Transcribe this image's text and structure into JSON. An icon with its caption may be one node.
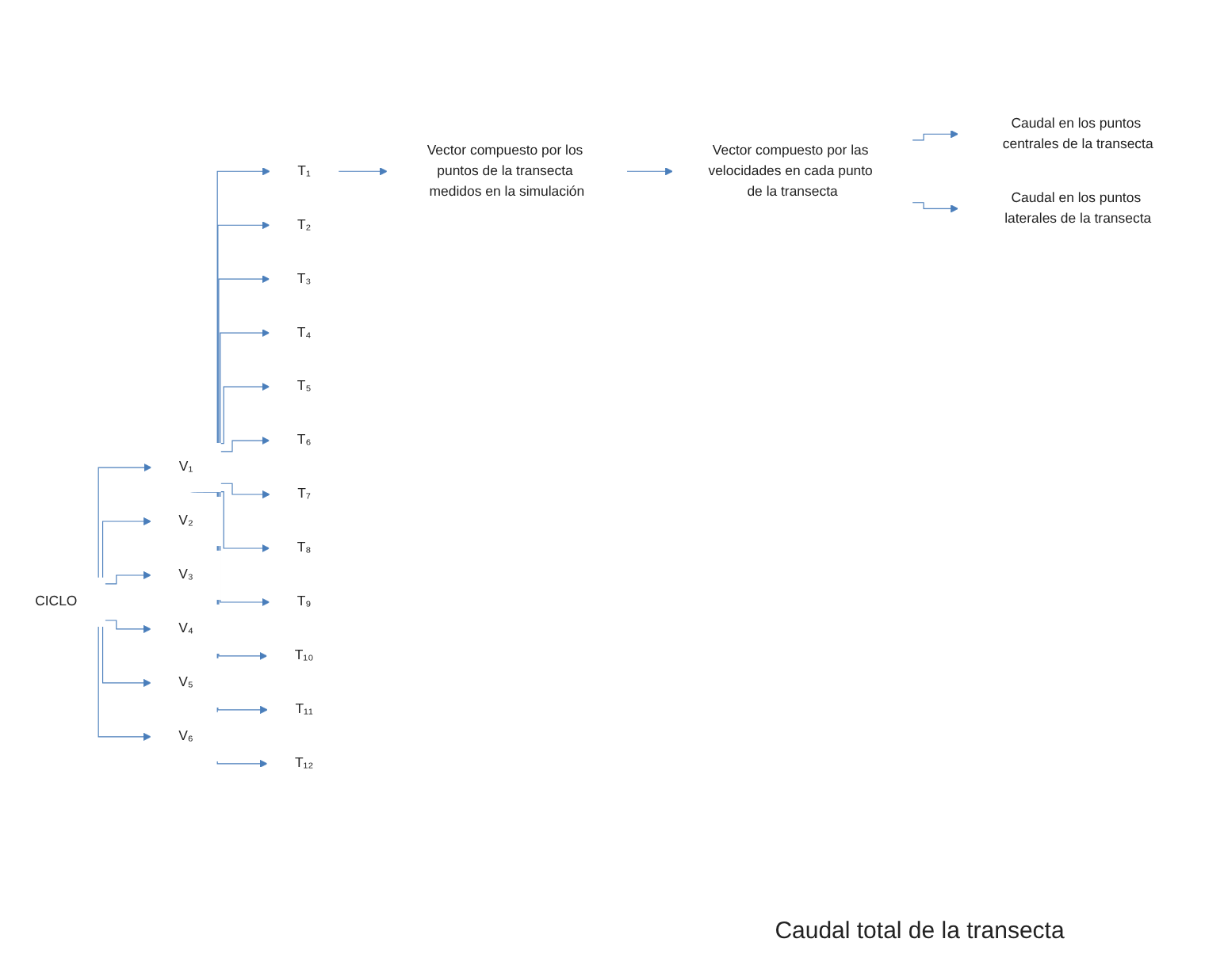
{
  "diagram": {
    "nodes": [
      {
        "text": [
          "CICLO"
        ]
      },
      {
        "text": [
          "V₁"
        ]
      },
      {
        "text": [
          "V₂"
        ]
      },
      {
        "text": [
          "V₃"
        ]
      },
      {
        "text": [
          "V₄"
        ]
      },
      {
        "text": [
          "V₅"
        ]
      },
      {
        "text": [
          "V₆"
        ]
      },
      {
        "text": [
          "T₁"
        ]
      },
      {
        "text": [
          "T₂"
        ]
      },
      {
        "text": [
          "T₃"
        ]
      },
      {
        "text": [
          "T₄"
        ]
      },
      {
        "text": [
          "T₅"
        ]
      },
      {
        "text": [
          "T₆"
        ]
      },
      {
        "text": [
          "T₇"
        ]
      },
      {
        "text": [
          "T₈"
        ]
      },
      {
        "text": [
          "T₉"
        ]
      },
      {
        "text": [
          "T₁₀"
        ]
      },
      {
        "text": [
          "T₁₁"
        ]
      },
      {
        "text": [
          "T₁₂"
        ]
      },
      {
        "text": [
          "Vector compuesto por los puntos de la transecta medidos en la simulación"
        ]
      },
      {
        "text": [
          "Vector compuesto por las velocidades en cada punto de la transecta"
        ]
      },
      {
        "text": [
          "Caudal en los puntos centrales de la transecta"
        ]
      },
      {
        "text": [
          "Caudal en los puntos laterales de la transecta"
        ]
      }
    ],
    "labels": [
      "Caudal total de la transecta"
    ],
    "edges": [
      {
        "from": 0,
        "to": 1,
        "arrow": "to"
      },
      {
        "from": 0,
        "to": 2,
        "arrow": "to"
      },
      {
        "from": 0,
        "to": 3,
        "arrow": "to"
      },
      {
        "from": 0,
        "to": 4,
        "arrow": "to"
      },
      {
        "from": 0,
        "to": 5,
        "arrow": "to"
      },
      {
        "from": 0,
        "to": 6,
        "arrow": "to"
      },
      {
        "from": 1,
        "to": 7,
        "arrow": "to"
      },
      {
        "from": 1,
        "to": 8,
        "arrow": "to"
      },
      {
        "from": 1,
        "to": 9,
        "arrow": "to"
      },
      {
        "from": 1,
        "to": 10,
        "arrow": "to"
      },
      {
        "from": 1,
        "to": 11,
        "arrow": "to"
      },
      {
        "from": 1,
        "to": 12,
        "arrow": "to"
      },
      {
        "from": 1,
        "to": 13,
        "arrow": "to"
      },
      {
        "from": 1,
        "to": 14,
        "arrow": "to"
      },
      {
        "from": 1,
        "to": 15,
        "arrow": "to"
      },
      {
        "from": 1,
        "to": 16,
        "arrow": "to"
      },
      {
        "from": 1,
        "to": 17,
        "arrow": "to"
      },
      {
        "from": 1,
        "to": 18,
        "arrow": "to"
      },
      {
        "from": 7,
        "to": 19,
        "arrow": "to"
      },
      {
        "from": 19,
        "to": 20,
        "arrow": "to"
      },
      {
        "from": 20,
        "to": 21,
        "arrow": "to"
      },
      {
        "from": 20,
        "to": 22,
        "arrow": "to"
      }
    ]
  }
}
